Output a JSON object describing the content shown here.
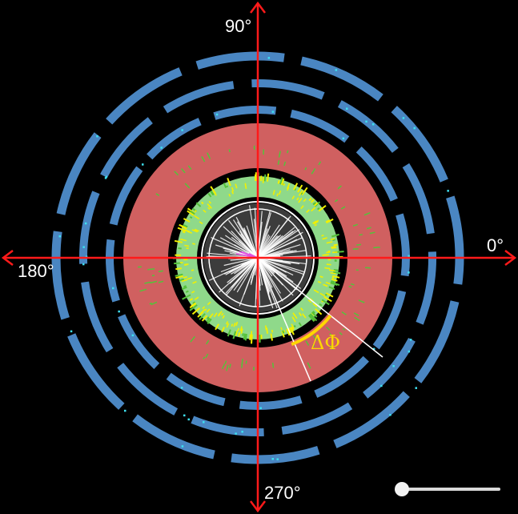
{
  "axis_labels": {
    "deg_90": "90°",
    "deg_0": "0°",
    "deg_180": "180°",
    "deg_270": "270°"
  },
  "delta_phi_label": "ΔΦ",
  "zoom_slider": {
    "value": 0
  },
  "colors": {
    "background": "#000000",
    "muon_chamber": "#4a86c2",
    "muon_hit": "#3ee0f0",
    "hadronic_calorimeter": "#d06060",
    "electromagnetic_calorimeter": "#8fd98a",
    "calorimeter_deposit_green": "#55c23a",
    "calorimeter_deposit_yellow": "#f2f000",
    "tracker": "#3c3c3c",
    "track": "#ffffff",
    "highlight_track": "#e050e0",
    "axis": "#ff1a1a",
    "delta_phi_arc": "#ffd700"
  }
}
